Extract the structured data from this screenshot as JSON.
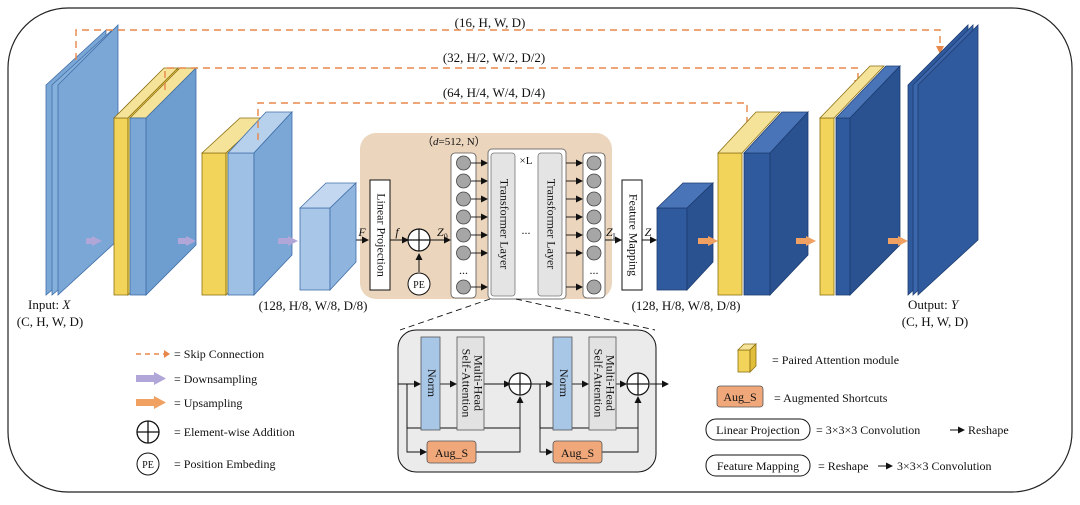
{
  "skip_labels": {
    "l1": "(16, H, W, D)",
    "l2": "(32, H/2, W/2, D/2)",
    "l3": "(64, H/4, W/4, D/4)"
  },
  "inputs": {
    "input_label": "Input: ",
    "input_var": "X",
    "input_shape": "(C, H, W, D)",
    "output_label": "Output: ",
    "output_var": "Y",
    "output_shape": "(C, H, W, D)"
  },
  "shapes": {
    "enc_bottleneck": "(128, H/8, W/8, D/8)",
    "dec_bottleneck": "(128, H/8, W/8, D/8)"
  },
  "transformer": {
    "linear_projection": "Linear Projection",
    "feature_mapping": "Feature Mapping",
    "transformer_layer_1": "Transformer Layer",
    "transformer_layer_2": "Transformer Layer",
    "repeat": "×L",
    "dims_open": "（",
    "dims_var": "d",
    "dims_rest": "=512, N）",
    "F": "F",
    "f": "f",
    "Z0": "Z",
    "Z0_sub": "0",
    "ZL": "Z",
    "ZL_sub": "L",
    "Z": "Z",
    "pe": "PE",
    "dots": "...",
    "mid_dots": "..."
  },
  "detail": {
    "norm1": "Norm",
    "norm2": "Norm",
    "mhsa1_line1": "Multi-Head",
    "mhsa1_line2": "Self-Attention",
    "mhsa2_line1": "Multi-Head",
    "mhsa2_line2": "Self-Attention",
    "aug1": "Aug_S",
    "aug2": "Aug_S"
  },
  "legend": {
    "skip": "= Skip Connection",
    "down": "= Downsampling",
    "up": "= Upsampling",
    "add": "= Element-wise Addition",
    "pe_badge": "PE",
    "pe": "= Position Embeding",
    "paired": "= Paired Attention module",
    "aug_badge": "Aug_S",
    "aug": "= Augmented Shortcuts",
    "lp_badge": "Linear Projection",
    "lp_eq": "= 3×3×3 Convolution",
    "lp_reshape": "Reshape",
    "fm_badge": "Feature Mapping",
    "fm_eq": "= Reshape",
    "fm_conv": "3×3×3 Convolution"
  },
  "colors": {
    "light_blue": "#7ba7d6",
    "dark_blue": "#2f5a9e",
    "yellow": "#f2d45a",
    "skip_orange": "#e8874a",
    "down_arrow": "#b0a6d8",
    "up_arrow": "#f0a060",
    "transformer_bg": "#ecd5bd",
    "detail_bg": "#ebebeb"
  }
}
